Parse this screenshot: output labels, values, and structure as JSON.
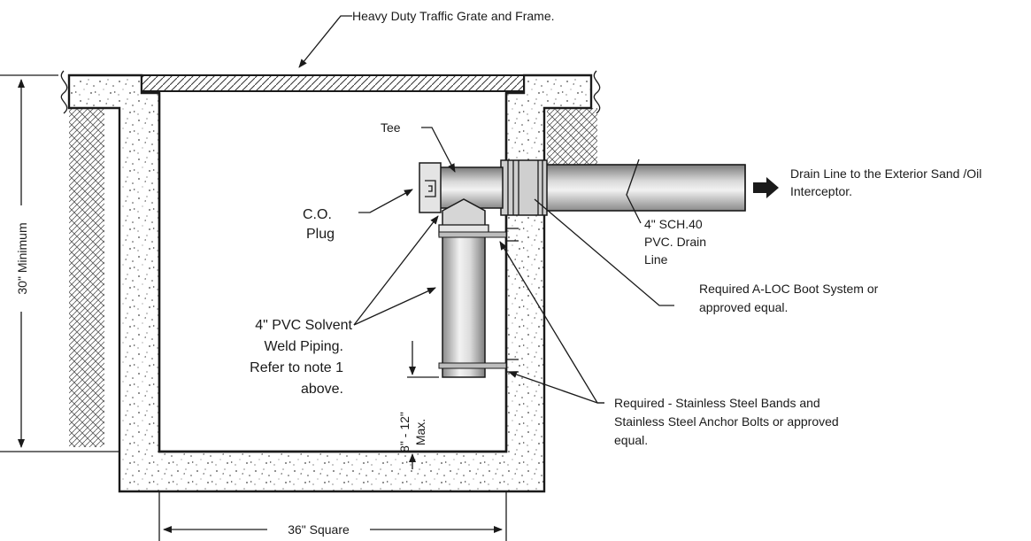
{
  "labels": {
    "grate": "Heavy Duty Traffic Grate and Frame.",
    "tee": "Tee",
    "co_line1": "C.O.",
    "co_line2": "Plug",
    "drain_dest_line1": "Drain Line to the Exterior Sand /Oil",
    "drain_dest_line2": "Interceptor.",
    "drain_pipe_line1": "4\" SCH.40",
    "drain_pipe_line2": "PVC. Drain",
    "drain_pipe_line3": "Line",
    "boot_line1": "Required  A-LOC Boot System or",
    "boot_line2": "approved equal.",
    "pvc_line1": "4\" PVC Solvent",
    "pvc_line2": "Weld Piping.",
    "pvc_line3": "Refer to note 1",
    "pvc_line4": "above.",
    "bands_line1": "Required - Stainless Steel Bands and",
    "bands_line2": "Stainless Steel Anchor Bolts or approved",
    "bands_line3": "equal.",
    "gap_line1": "8\" - 12\"",
    "gap_line2": "Max.",
    "height_dim": "30\" Minimum",
    "width_dim": "36\" Square"
  },
  "colors": {
    "ink": "#1a1a1a",
    "concrete": "#ffffff",
    "pipe_dark": "#9a9a9a",
    "pipe_light": "#e8e8e8"
  }
}
